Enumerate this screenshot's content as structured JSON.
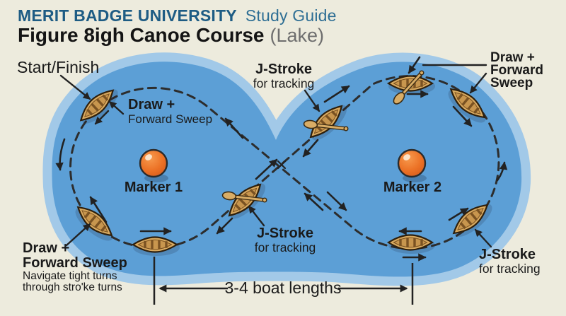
{
  "header": {
    "brand": "MERIT BADGE UNIVERSITY",
    "subtitle": "Study Guide",
    "title": "Figure 8igh Canoe Course",
    "title_note": "(Lake)"
  },
  "diagram": {
    "start_finish": "Start/Finish",
    "marker_1": "Marker 1",
    "marker_2": "Marker 2",
    "measurement": "3-4 boat lengths",
    "draw_sweep_upper_left": {
      "line1": "Draw +",
      "line2": "Forward Sweep"
    },
    "draw_sweep_upper_right": {
      "line1": "Draw +",
      "line2": "Forward",
      "line3": "Sweep"
    },
    "draw_sweep_lower_left": {
      "line1": "Draw +",
      "line2": "Forward Sweep",
      "note1": "Navigate tight turns",
      "note2": "through stro'ke turns"
    },
    "j_stroke_top": {
      "line1": "J-Stroke",
      "line2": "for tracking"
    },
    "j_stroke_middle": {
      "line1": "J-Stroke",
      "line2": "for tracking"
    },
    "j_stroke_lower_right": {
      "line1": "J-Stroke",
      "line2": "for tracking"
    }
  },
  "colors": {
    "background": "#edebdd",
    "water": "#5c9fd6",
    "shallow_rim": "#a2c9e8",
    "buoy_orange": "#ec7226",
    "canoe_tan": "#d9aa60",
    "path_dark": "#2d2d2d",
    "brand_blue": "#1e5c84",
    "subtitle_blue": "#2e6e94"
  }
}
